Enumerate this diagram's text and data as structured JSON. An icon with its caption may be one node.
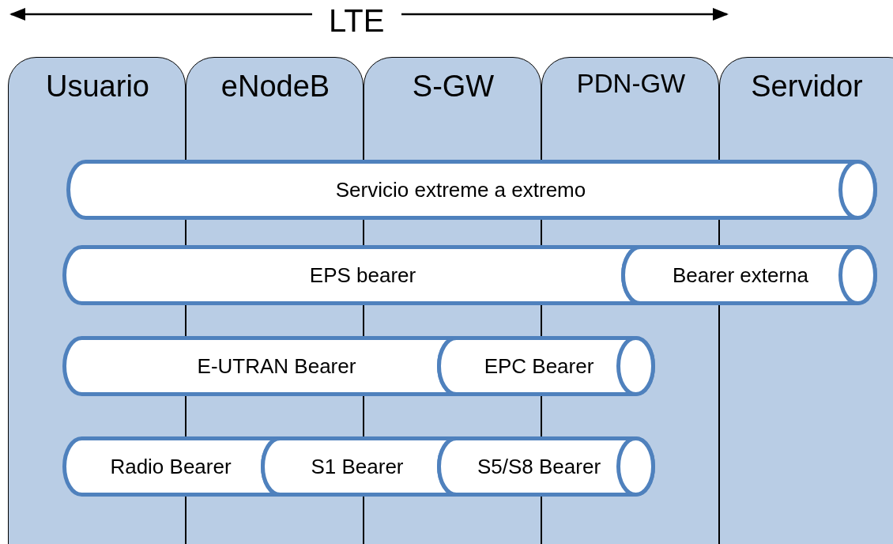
{
  "diagram": {
    "nodes": [
      {
        "text": [
          "Usuario"
        ]
      },
      {
        "text": [
          "eNodeB"
        ]
      },
      {
        "text": [
          "S-GW"
        ]
      },
      {
        "text": [
          "PDN-GW"
        ]
      },
      {
        "text": [
          "Servidor"
        ]
      },
      {
        "text": [
          "Servicio extreme a extremo"
        ]
      },
      {
        "text": [
          "EPS bearer"
        ]
      },
      {
        "text": [
          "Bearer externa"
        ]
      },
      {
        "text": [
          "E-UTRAN Bearer"
        ]
      },
      {
        "text": [
          "EPC Bearer"
        ]
      },
      {
        "text": [
          "Radio Bearer"
        ]
      },
      {
        "text": [
          "S1 Bearer"
        ]
      },
      {
        "text": [
          "S5/S8 Bearer"
        ]
      }
    ],
    "edges": [],
    "labels": [
      "LTE"
    ]
  }
}
